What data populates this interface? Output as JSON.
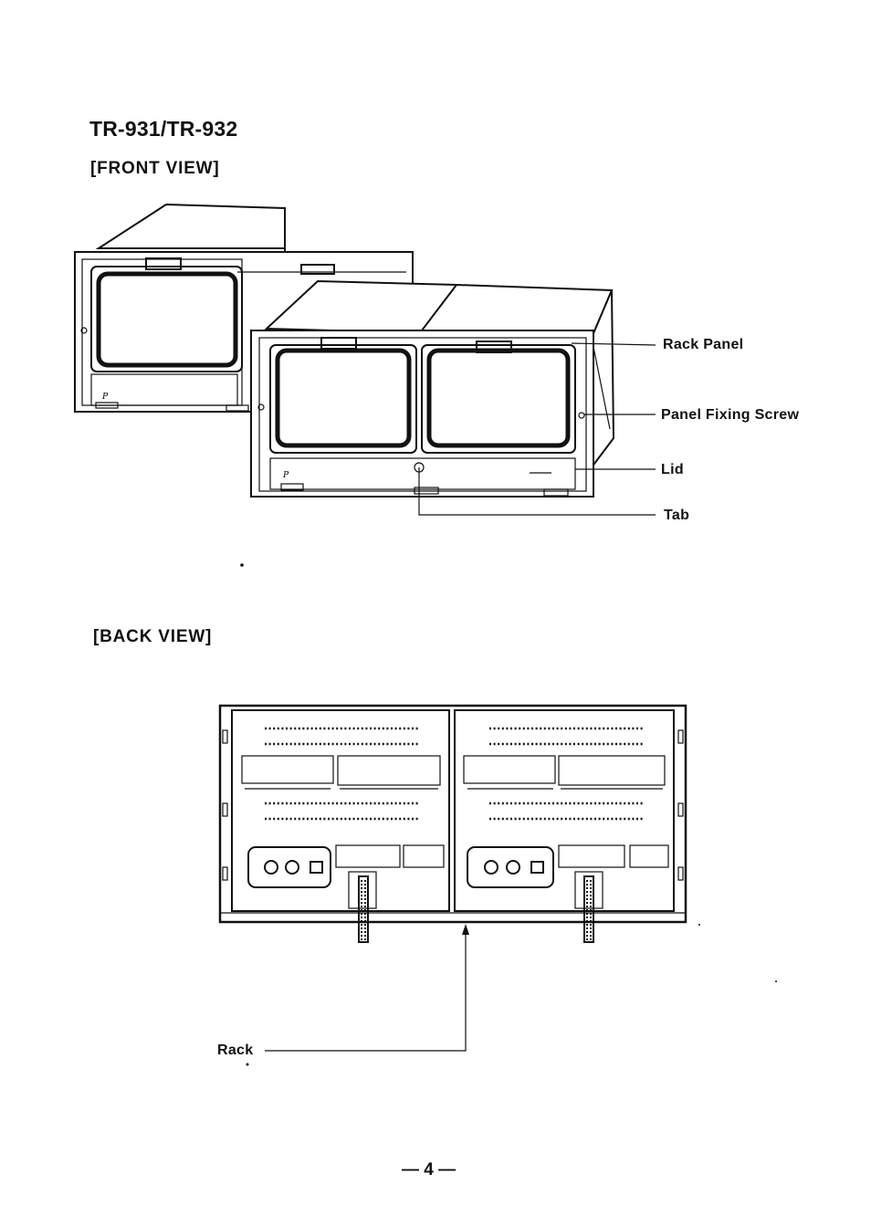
{
  "page": {
    "model_title": "TR-931/TR-932",
    "front_view_heading": "[FRONT VIEW]",
    "back_view_heading": "[BACK VIEW]",
    "page_number": "— 4 —"
  },
  "front_view": {
    "callouts": [
      {
        "label": "Rack Panel"
      },
      {
        "label": "Panel Fixing Screw"
      },
      {
        "label": "Lid"
      },
      {
        "label": "Tab"
      }
    ]
  },
  "back_view": {
    "callouts": [
      {
        "label": "Rack"
      }
    ]
  }
}
